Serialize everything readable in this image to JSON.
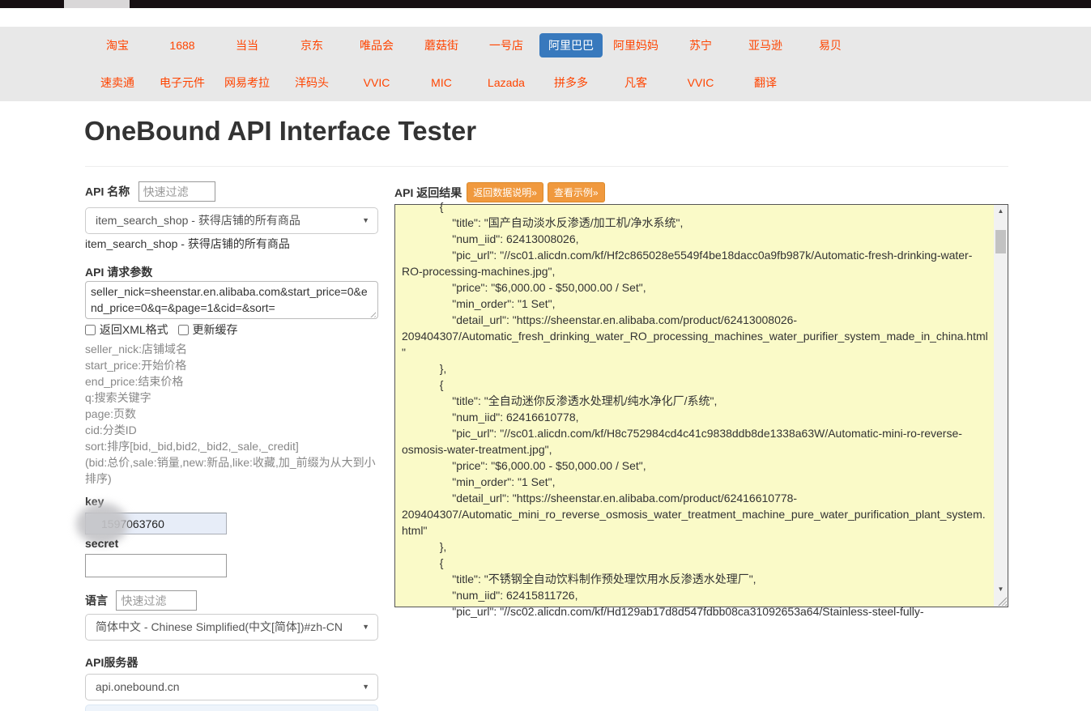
{
  "page": {
    "title": "OneBound API Interface Tester"
  },
  "nav": {
    "active_item": "阿里巴巴",
    "row1": [
      "淘宝",
      "1688",
      "当当",
      "京东",
      "唯品会",
      "蘑菇街",
      "一号店",
      "阿里巴巴",
      "阿里妈妈",
      "苏宁",
      "亚马逊",
      "易贝"
    ],
    "row2": [
      "速卖通",
      "电子元件",
      "网易考拉",
      "洋码头",
      "VVIC",
      "MIC",
      "Lazada",
      "拼多多",
      "凡客",
      "VVIC",
      "翻译"
    ]
  },
  "form": {
    "api_name_label": "API 名称",
    "api_name_filter_value": "快速过滤",
    "api_select_value": "item_search_shop - 获得店铺的所有商品",
    "api_select_caption": "item_search_shop - 获得店铺的所有商品",
    "params_label": "API 请求参数",
    "params_value": "seller_nick=sheenstar.en.alibaba.com&start_price=0&end_price=0&q=&page=1&cid=&sort=",
    "checkbox_xml_label": "返回XML格式",
    "checkbox_cache_label": "更新缓存",
    "param_docs": [
      "seller_nick:店铺域名",
      "start_price:开始价格",
      "end_price:结束价格",
      "q:搜索关键字",
      "page:页数",
      "cid:分类ID",
      "sort:排序[bid,_bid,bid2,_bid2,_sale,_credit]",
      " (bid:总价,sale:销量,new:新品,like:收藏,加_前缀为从大到小排序)"
    ],
    "key_label": "key",
    "key_value": "1597063760",
    "secret_label": "secret",
    "lang_label": "语言",
    "lang_filter_value": "快速过滤",
    "lang_select_value": "简体中文 - Chinese Simplified(中文[简体])#zh-CN",
    "server_label": "API服务器",
    "server_select_value": "api.onebound.cn"
  },
  "result": {
    "label": "API 返回结果",
    "btn_docs": "返回数据说明»",
    "btn_example": "查看示例»",
    "output_text": "            {\n                \"title\": \"国产自动淡水反渗透/加工机/净水系统\",\n                \"num_iid\": 62413008026,\n                \"pic_url\": \"//sc01.alicdn.com/kf/Hf2c865028e5549f4be18dacc0a9fb987k/Automatic-fresh-drinking-water-RO-processing-machines.jpg\",\n                \"price\": \"$6,000.00 - $50,000.00 / Set\",\n                \"min_order\": \"1 Set\",\n                \"detail_url\": \"https://sheenstar.en.alibaba.com/product/62413008026-209404307/Automatic_fresh_drinking_water_RO_processing_machines_water_purifier_system_made_in_china.html\"\n            },\n            {\n                \"title\": \"全自动迷你反渗透水处理机/纯水净化厂/系统\",\n                \"num_iid\": 62416610778,\n                \"pic_url\": \"//sc01.alicdn.com/kf/H8c752984cd4c41c9838ddb8de1338a63W/Automatic-mini-ro-reverse-osmosis-water-treatment.jpg\",\n                \"price\": \"$6,000.00 - $50,000.00 / Set\",\n                \"min_order\": \"1 Set\",\n                \"detail_url\": \"https://sheenstar.en.alibaba.com/product/62416610778-209404307/Automatic_mini_ro_reverse_osmosis_water_treatment_machine_pure_water_purification_plant_system.html\"\n            },\n            {\n                \"title\": \"不锈钢全自动饮料制作预处理饮用水反渗透水处理厂\",\n                \"num_iid\": 62415811726,\n                \"pic_url\": \"//sc02.alicdn.com/kf/Hd129ab17d8d547fdbb08ca31092653a64/Stainless-steel-fully-"
  },
  "colors": {
    "nav_link": "#ff4400",
    "nav_active_bg": "#3879bd",
    "nav_bg": "#e8e8e8",
    "button_orange": "#f0993e",
    "result_bg": "#fafac8",
    "key_autofill_bg": "#e7edf8"
  }
}
